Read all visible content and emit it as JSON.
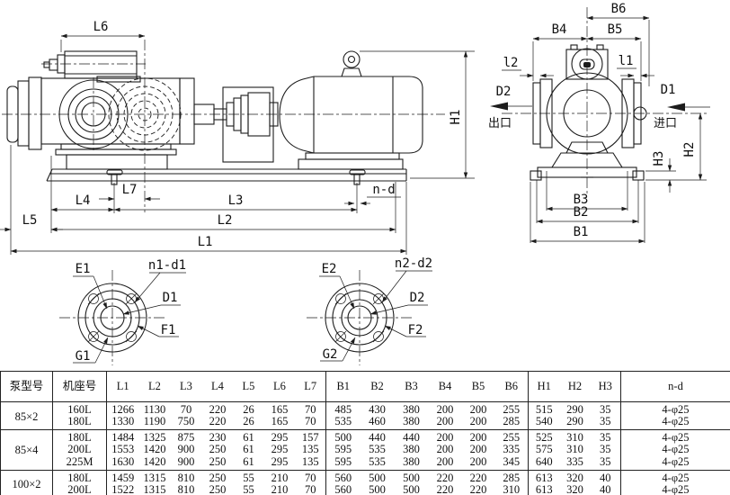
{
  "drawing": {
    "labels": {
      "L1": "L1",
      "L2": "L2",
      "L3": "L3",
      "L4": "L4",
      "L5": "L5",
      "L6": "L6",
      "L7": "L7",
      "H1": "H1",
      "H2": "H2",
      "H3": "H3",
      "n_d": "n-d",
      "B1": "B1",
      "B2": "B2",
      "B3": "B3",
      "B4": "B4",
      "B5": "B5",
      "B6": "B6",
      "l1": "l1",
      "l2": "l2",
      "D1": "D1",
      "D2": "D2",
      "outlet": "出口",
      "inlet": "进口",
      "E1": "E1",
      "n1_d1": "n1-d1",
      "F1": "F1",
      "G1": "G1",
      "E2": "E2",
      "n2_d2": "n2-d2",
      "F2": "F2",
      "G2": "G2"
    }
  },
  "table": {
    "headers": [
      "泵型号",
      "机座号",
      "L1",
      "L2",
      "L3",
      "L4",
      "L5",
      "L6",
      "L7",
      "B1",
      "B2",
      "B3",
      "B4",
      "B5",
      "B6",
      "H1",
      "H2",
      "H3",
      "n-d"
    ],
    "groups": [
      {
        "model": "85×2",
        "rows": [
          {
            "frame": "160L",
            "values": [
              "1266",
              "1130",
              "70",
              "220",
              "26",
              "165",
              "70",
              "485",
              "430",
              "380",
              "200",
              "200",
              "255",
              "515",
              "290",
              "35",
              "4-φ25"
            ]
          },
          {
            "frame": "180L",
            "values": [
              "1330",
              "1190",
              "750",
              "220",
              "26",
              "165",
              "70",
              "535",
              "460",
              "380",
              "200",
              "200",
              "285",
              "540",
              "290",
              "35",
              "4-φ25"
            ]
          }
        ]
      },
      {
        "model": "85×4",
        "rows": [
          {
            "frame": "180L",
            "values": [
              "1484",
              "1325",
              "875",
              "230",
              "61",
              "295",
              "157",
              "500",
              "440",
              "440",
              "200",
              "200",
              "255",
              "525",
              "310",
              "35",
              "4-φ25"
            ]
          },
          {
            "frame": "200L",
            "values": [
              "1553",
              "1420",
              "900",
              "250",
              "61",
              "295",
              "135",
              "595",
              "535",
              "380",
              "200",
              "200",
              "335",
              "575",
              "310",
              "35",
              "4-φ25"
            ]
          },
          {
            "frame": "225M",
            "values": [
              "1630",
              "1420",
              "900",
              "250",
              "61",
              "295",
              "135",
              "595",
              "535",
              "380",
              "200",
              "200",
              "345",
              "640",
              "335",
              "35",
              "4-φ25"
            ]
          }
        ]
      },
      {
        "model": "100×2",
        "rows": [
          {
            "frame": "180L",
            "values": [
              "1459",
              "1315",
              "810",
              "250",
              "55",
              "210",
              "70",
              "560",
              "500",
              "500",
              "220",
              "220",
              "285",
              "613",
              "320",
              "40",
              "4-φ25"
            ]
          },
          {
            "frame": "200L",
            "values": [
              "1522",
              "1315",
              "810",
              "250",
              "55",
              "210",
              "70",
              "560",
              "500",
              "500",
              "220",
              "220",
              "310",
              "613",
              "320",
              "40",
              "4-φ25"
            ]
          }
        ]
      }
    ]
  }
}
